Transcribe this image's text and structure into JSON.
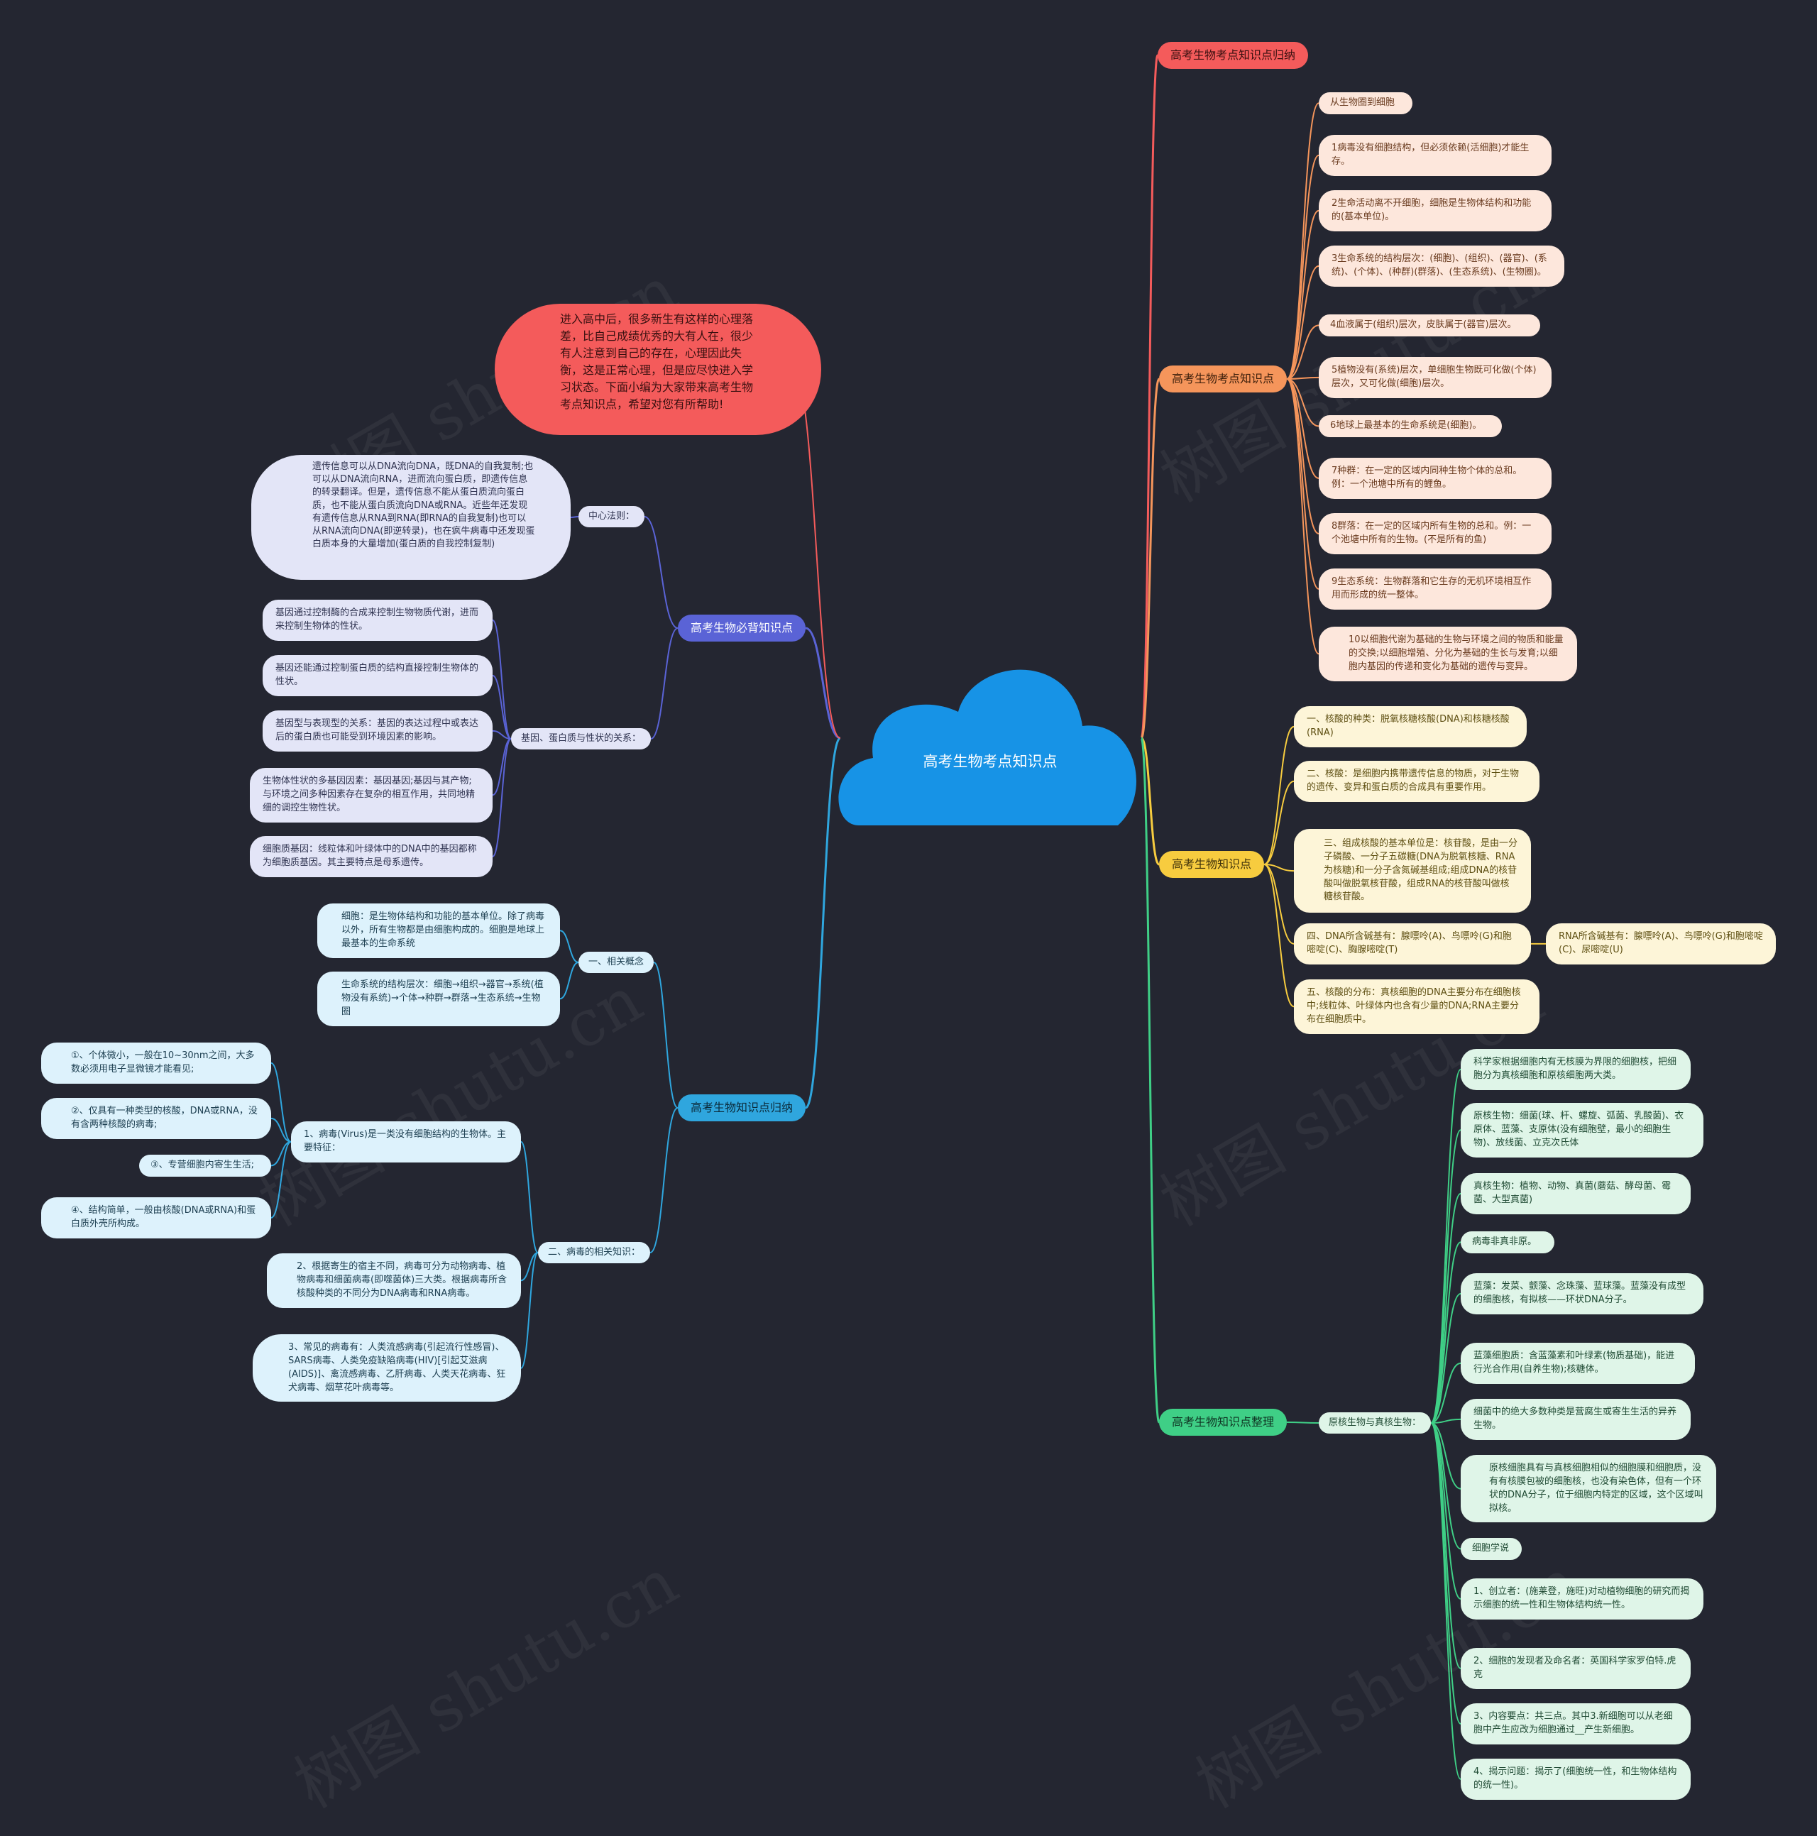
{
  "root": {
    "title": "高考生物考点知识点",
    "color": "#1793e6"
  },
  "intro": {
    "text": "进入高中后，很多新生有这样的心理落差，比自己成绩优秀的大有人在，很少有人注意到自己的存在，心理因此失衡，这是正常心理，但是应尽快进入学习状态。下面小编为大家带来高考生物考点知识点，希望对您有所帮助!"
  },
  "watermark": "树图 shutu.cn",
  "right": {
    "b1": {
      "title": "高考生物考点知识点归纳"
    },
    "b2": {
      "title": "高考生物考点知识点",
      "items": [
        "从生物圈到细胞",
        "1病毒没有细胞结构，但必须依赖(活细胞)才能生存。",
        "2生命活动离不开细胞，细胞是生物体结构和功能的(基本单位)。",
        "3生命系统的结构层次：(细胞)、(组织)、(器官)、(系统)、(个体)、(种群)(群落)、(生态系统)、(生物圈)。",
        "4血液属于(组织)层次，皮肤属于(器官)层次。",
        "5植物没有(系统)层次，单细胞生物既可化做(个体)层次，又可化做(细胞)层次。",
        "6地球上最基本的生命系统是(细胞)。",
        "7种群：在一定的区域内同种生物个体的总和。例：一个池塘中所有的鲤鱼。",
        "8群落：在一定的区域内所有生物的总和。例：一个池塘中所有的生物。(不是所有的鱼)",
        "9生态系统：生物群落和它生存的无机环境相互作用而形成的统一整体。",
        "10以细胞代谢为基础的生物与环境之间的物质和能量的交换;以细胞增殖、分化为基础的生长与发育;以细胞内基因的传递和变化为基础的遗传与变异。"
      ]
    },
    "b3": {
      "title": "高考生物知识点",
      "items": [
        "一、核酸的种类：脱氧核糖核酸(DNA)和核糖核酸(RNA)",
        "二、核酸：是细胞内携带遗传信息的物质，对于生物的遗传、变异和蛋白质的合成具有重要作用。",
        "三、组成核酸的基本单位是：核苷酸，是由一分子磷酸、一分子五碳糖(DNA为脱氧核糖、RNA为核糖)和一分子含氮碱基组成;组成DNA的核苷酸叫做脱氧核苷酸，组成RNA的核苷酸叫做核糖核苷酸。",
        "四、DNA所含碱基有：腺嘌呤(A)、鸟嘌呤(G)和胞嘧啶(C)、胸腺嘧啶(T)",
        "五、核酸的分布：真核细胞的DNA主要分布在细胞核中;线粒体、叶绿体内也含有少量的DNA;RNA主要分布在细胞质中。"
      ],
      "sub": "RNA所含碱基有：腺嘌呤(A)、鸟嘌呤(G)和胞嘧啶(C)、尿嘧啶(U)"
    },
    "b4": {
      "title": "高考生物知识点整理",
      "label": "原核生物与真核生物：",
      "items": [
        "科学家根据细胞内有无核膜为界限的细胞核，把细胞分为真核细胞和原核细胞两大类。",
        "原核生物：细菌(球、杆、螺旋、弧菌、乳酸菌)、衣原体、蓝藻、支原体(没有细胞壁，最小的细胞生物)、放线菌、立克次氏体",
        "真核生物：植物、动物、真菌(蘑菇、酵母菌、霉菌、大型真菌)",
        "病毒非真非原。",
        "蓝藻：发菜、颤藻、念珠藻、蓝球藻。蓝藻没有成型的细胞核，有拟核——环状DNA分子。",
        "蓝藻细胞质：含蓝藻素和叶绿素(物质基础)，能进行光合作用(自养生物);核糖体。",
        "细菌中的绝大多数种类是营腐生或寄生生活的异养生物。",
        "原核细胞具有与真核细胞相似的细胞膜和细胞质，没有有核膜包被的细胞核，也没有染色体，但有一个环状的DNA分子，位于细胞内特定的区域，这个区域叫拟核。",
        "细胞学说",
        "1、创立者：(施莱登，施旺)对动植物细胞的研究而揭示细胞的统一性和生物体结构统一性。",
        "2、细胞的发现者及命名者：英国科学家罗伯特.虎克",
        "3、内容要点：共三点。其中3.新细胞可以从老细胞中产生应改为细胞通过__产生新细胞。",
        "4、揭示问题：揭示了(细胞统一性，和生物体结构的统一性)。"
      ]
    }
  },
  "left": {
    "b5": {
      "title": "高考生物必背知识点",
      "center_label": "中心法则：",
      "center_text": "遗传信息可以从DNA流向DNA，既DNA的自我复制;也可以从DNA流向RNA，进而流向蛋白质，即遗传信息的转录翻译。但是，遗传信息不能从蛋白质流向蛋白质，也不能从蛋白质流向DNA或RNA。近些年还发现有遗传信息从RNA到RNA(即RNA的自我复制)也可以从RNA流向DNA(即逆转录)，也在疯牛病毒中还发现蛋白质本身的大量增加(蛋白质的自我控制复制)",
      "gene_label": "基因、蛋白质与性状的关系：",
      "gene_items": [
        "基因通过控制酶的合成来控制生物物质代谢，进而来控制生物体的性状。",
        "基因还能通过控制蛋白质的结构直接控制生物体的性状。",
        "基因型与表现型的关系：基因的表达过程中或表达后的蛋白质也可能受到环境因素的影响。",
        "生物体性状的多基因因素：基因基因;基因与其产物;与环境之间多种因素存在复杂的相互作用，共同地精细的调控生物性状。",
        "细胞质基因：线粒体和叶绿体中的DNA中的基因都称为细胞质基因。其主要特点是母系遗传。"
      ]
    },
    "b6": {
      "title": "高考生物知识点归纳",
      "concept_label": "一、相关概念",
      "concept_items": [
        "细胞：是生物体结构和功能的基本单位。除了病毒以外，所有生物都是由细胞构成的。细胞是地球上最基本的生命系统",
        "生命系统的结构层次：细胞→组织→器官→系统(植物没有系统)→个体→种群→群落→生态系统→生物圈"
      ],
      "virus_label": "二、病毒的相关知识：",
      "virus_def": "1、病毒(Virus)是一类没有细胞结构的生物体。主要特征：",
      "virus_features": [
        "①、个体微小，一般在10~30nm之间，大多数必须用电子显微镜才能看见;",
        "②、仅具有一种类型的核酸，DNA或RNA，没有含两种核酸的病毒;",
        "③、专营细胞内寄生生活;",
        "④、结构简单，一般由核酸(DNA或RNA)和蛋白质外壳所构成。"
      ],
      "virus_items": [
        "2、根据寄生的宿主不同，病毒可分为动物病毒、植物病毒和细菌病毒(即噬菌体)三大类。根据病毒所含核酸种类的不同分为DNA病毒和RNA病毒。",
        "3、常见的病毒有：人类流感病毒(引起流行性感冒)、SARS病毒、人类免疫缺陷病毒(HIV)[引起艾滋病(AIDS)]、禽流感病毒、乙肝病毒、人类天花病毒、狂犬病毒、烟草花叶病毒等。"
      ]
    }
  },
  "colors": {
    "red": "#f45b5b",
    "orange": "#f5955b",
    "yellow": "#f7cc3f",
    "green": "#3fcf86",
    "purple": "#5a63d6",
    "blue": "#2fa6de",
    "bg": "#242631",
    "root": "#1793e6"
  }
}
